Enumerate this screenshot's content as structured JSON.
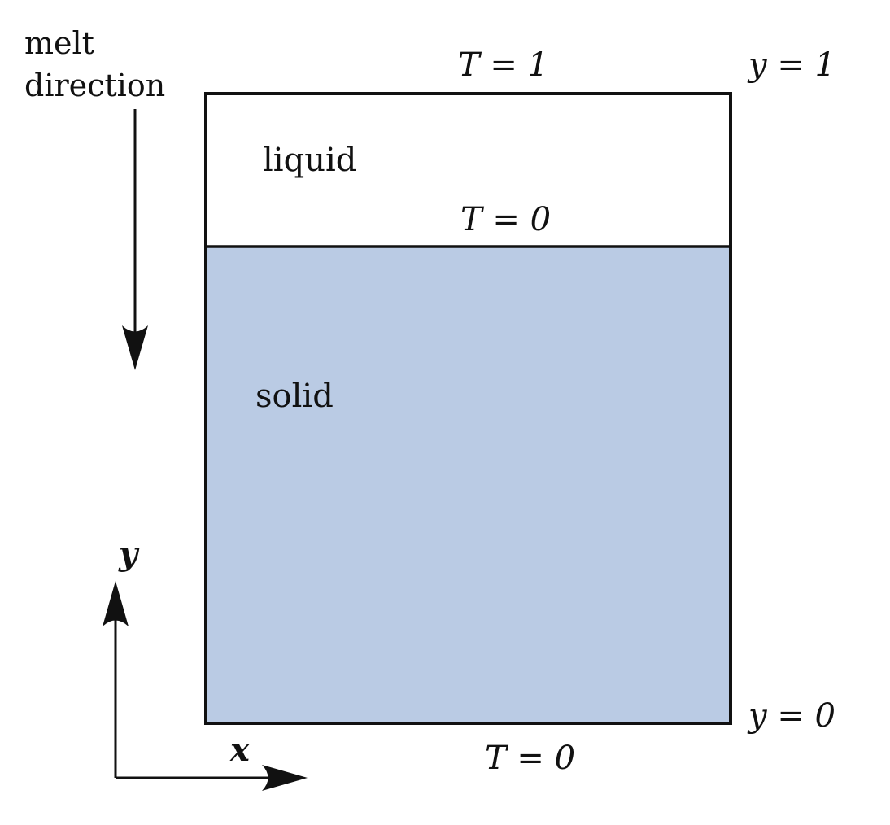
{
  "colors": {
    "solid_fill": "#bacbe4",
    "liquid_fill": "#ffffff",
    "stroke": "#111111"
  },
  "labels": {
    "melt_line1": "melt",
    "melt_line2": "direction",
    "top_temperature": "T = 1",
    "interface_temperature": "T = 0",
    "bottom_temperature": "T = 0",
    "y_top": "y = 1",
    "y_bottom": "y = 0",
    "liquid": "liquid",
    "solid": "solid",
    "axis_x": "x",
    "axis_y": "y"
  },
  "icons": {
    "melt_arrow": "arrow-down-icon",
    "x_axis_arrow": "arrow-right-icon",
    "y_axis_arrow": "arrow-up-icon"
  }
}
